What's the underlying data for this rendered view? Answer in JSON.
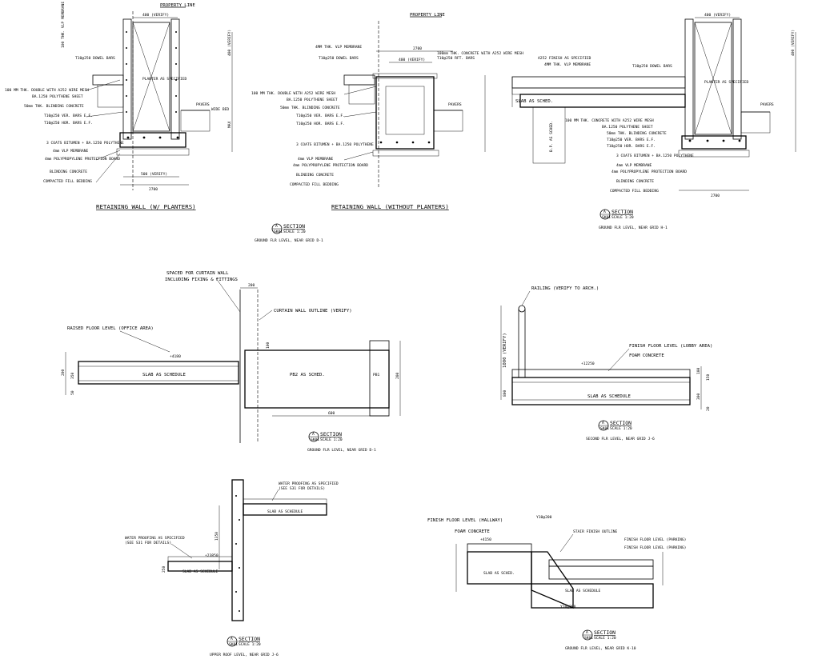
{
  "common": {
    "property_line": "PROPERTY LINE",
    "section_word": "SECTION",
    "section_mark": "A",
    "section_sheet": "SK01",
    "scale_label": "SCALE 1:20"
  },
  "detail1": {
    "title": "RETAINING WALL (W/ PLANTERS)",
    "labels": [
      "400 (VERIFY)",
      "100 THK. VLP MEMBRANE",
      "T10@250 DOWEL BARS",
      "100 MM THK. DOUBLE WITH A252 WIRE MESH",
      "BA.1250 POLYTHENE SHEET",
      "50mm THK. BLINDING CONCRETE",
      "T10@250 VER. BARS E.F.",
      "T10@250 HOR. BARS E.F.",
      "PLANTER AS SPECIFIED",
      "PAVERS",
      "3 COATS BITUMEN + BA.1250 POLYTHENE",
      "4mm VLP MEMBRANE",
      "4mm POLYPROPYLENE PROTECTION BOARD",
      "BLINDING CONCRETE",
      "COMPACTED FILL BEDDING",
      "500 (VERIFY)",
      "2700",
      "WIDE BED",
      "MAX"
    ]
  },
  "detail2": {
    "title": "RETAINING WALL (WITHOUT PLANTERS)",
    "labels": [
      "2700",
      "400 (VERIFY)",
      "4MM THK. VLP MEMBRANE",
      "T10@250 DOWEL BARS",
      "100mm THK. CONCRETE WITH A252 WIRE MESH",
      "T10@250 RFT. BARS",
      "100 MM THK. DOUBLE WITH A252 WIRE MESH",
      "BA.1250 POLYTHENE SHEET",
      "50mm THK. BLINDING CONCRETE",
      "T10@250 VER. BARS E.F.",
      "T10@250 HOR. BARS E.F.",
      "PAVERS",
      "3 COATS BITUMEN + BA.1250 POLYTHENE",
      "4mm VLP MEMBRANE",
      "4mm POLYPROPYLENE PROTECTION BOARD",
      "BLINDING CONCRETE",
      "COMPACTED FILL BEDDING"
    ]
  },
  "detail3": {
    "caption": "GROUND FLR LEVEL, NEAR GRID H-1",
    "labels": [
      "400 (VERIFY)",
      "A252 FINISH AS SPECIFIED",
      "4MM THK. VLP MEMBRANE",
      "T10@250 DOWEL BARS",
      "SLAB AS SCHED.",
      "B.P. AS SCHED.",
      "100 MM THK. CONCRETE WITH A252 WIRE MESH",
      "BA.1250 POLYTHENE SHEET",
      "50mm THK. BLINDING CONCRETE",
      "T10@250 VER. BARS E.F.",
      "T10@250 HOR. BARS E.F.",
      "3 COATS BITUMEN + BA.1250 POLYTHENE",
      "4mm VLP MEMBRANE",
      "4mm POLYPROPYLENE PROTECTION BOARD",
      "BLINDING CONCRETE",
      "COMPACTED FILL BEDDING",
      "PLANTER AS SPECIFIED",
      "PAVERS",
      "2700"
    ]
  },
  "caption_row1_center": "GROUND FLR LEVEL, NEAR GRID D-1",
  "detail4": {
    "caption": "GROUND FLR LEVEL, NEAR GRID D-1",
    "spaced_for": "SPACED FOR CURTAIN WALL",
    "including": "INCLUDING FIXING & FITTINGS",
    "curtain_outline": "CURTAIN WALL OUTLINE (VERIFY)",
    "raised_floor": "RAISED FLOOR LEVEL (OFFICE AREA)",
    "slab_label": "SLAB AS SCHEDULE",
    "pb_label": "PB2 AS SCHED.",
    "pb_right": "PB1",
    "level": "+4180",
    "dims": [
      "200",
      "350",
      "50",
      "100",
      "600",
      "200"
    ]
  },
  "detail5": {
    "caption": "SECOND FLR LEVEL, NEAR GRID J-6",
    "railing": "RAILING (VERIFY TO ARCH.)",
    "finish_floor": "FINISH FLOOR LEVEL (LOBBY AREA)",
    "foam": "FOAM CONCRETE",
    "slab_label": "SLAB AS SCHEDULE",
    "level": "+12250",
    "dims": [
      "1000 (VERIFY)",
      "800",
      "100",
      "150",
      "300",
      "20"
    ]
  },
  "detail6": {
    "caption": "UPPER ROOF LEVEL, NEAR GRID J-6",
    "waterproof_top": "WATER PROOFING AS SPECIFIED",
    "waterproof_top_ref": "(SEE S31 FOR DETAILS)",
    "waterproof_left": "WATER PROOFING AS SPECIFIED",
    "waterproof_left_ref": "(SEE S31 FOR DETAILS)",
    "slab_top": "SLAB AS SCHEDULE",
    "slab_bottom": "SLAB AS SCHEDULE",
    "level": "+23850",
    "dims": [
      "1350",
      "250"
    ]
  },
  "detail7": {
    "caption": "GROUND FLR LEVEL, NEAR GRID K-10",
    "finish_hallway": "FINISH FLOOR LEVEL (HALLWAY)",
    "foam": "FOAM CONCRETE",
    "bar1": "Y10@200",
    "stair_outline": "STAIR FINISH OUTLINE",
    "finish_parking1": "FINISH FLOOR LEVEL (PARKING)",
    "finish_parking2": "FINISH FLOOR LEVEL (PARKING)",
    "slab_left": "SLAB AS SCHED.",
    "slab_right": "SLAB AS SCHEDULE",
    "bar2": "Y10@200",
    "level": "+4150"
  }
}
